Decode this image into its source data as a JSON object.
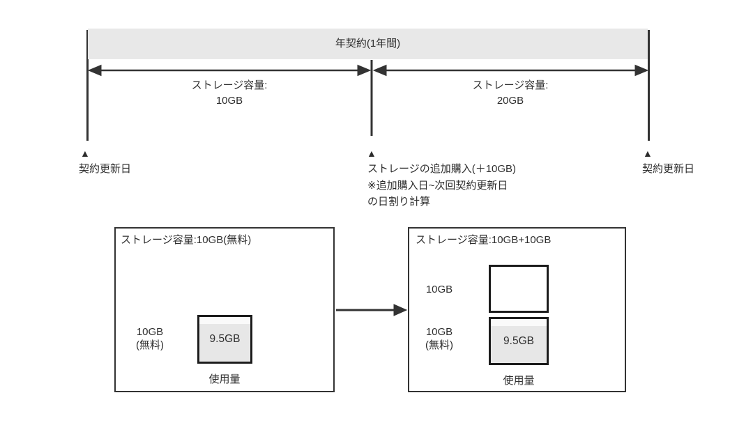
{
  "colors": {
    "line": "#333333",
    "bar_fill": "#e8e8e8",
    "usage_fill": "#e7e7e7",
    "text": "#2e2e2e"
  },
  "timeline": {
    "contract_label": "年契約(1年間)",
    "segments": [
      {
        "label_line1": "ストレージ容量:",
        "label_line2": "10GB"
      },
      {
        "label_line1": "ストレージ容量:",
        "label_line2": "20GB"
      }
    ],
    "markers": [
      {
        "symbol": "▲",
        "lines": [
          "契約更新日"
        ]
      },
      {
        "symbol": "▲",
        "lines": [
          "ストレージの追加購入(＋10GB)",
          "※追加購入日~次回契約更新日",
          "の日割り計算"
        ]
      },
      {
        "symbol": "▲",
        "lines": [
          "契約更新日"
        ]
      }
    ]
  },
  "before_box": {
    "title": "ストレージ容量:10GB(無料)",
    "capacity_label_line1": "10GB",
    "capacity_label_line2": "(無料)",
    "usage_value": "9.5GB",
    "usage_caption": "使用量"
  },
  "after_box": {
    "title": "ストレージ容量:10GB+10GB",
    "added_capacity_label": "10GB",
    "free_capacity_label_line1": "10GB",
    "free_capacity_label_line2": "(無料)",
    "usage_value": "9.5GB",
    "usage_caption": "使用量"
  }
}
